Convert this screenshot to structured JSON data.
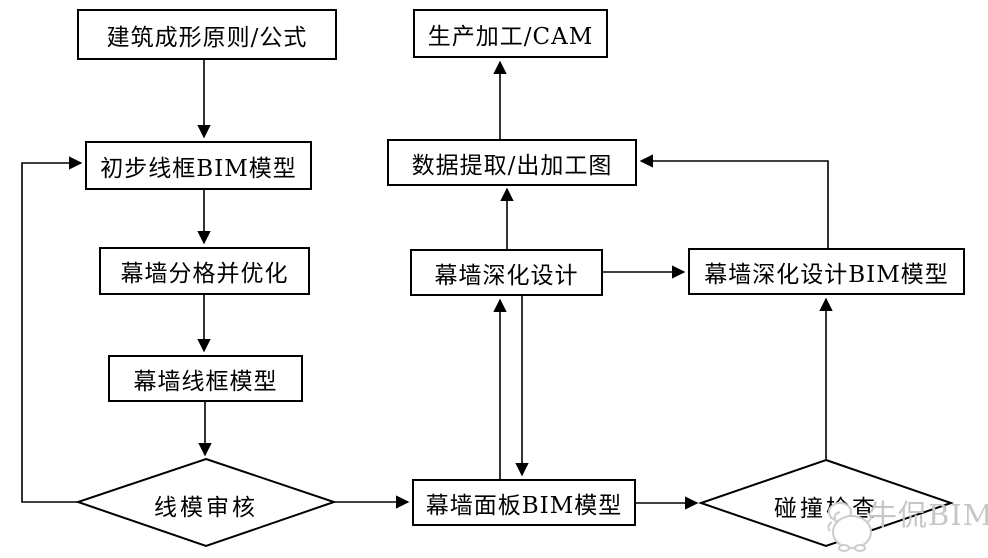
{
  "diagram": {
    "nodes": {
      "principles": {
        "label": "建筑成形原则/公式"
      },
      "prelim_wireframe": {
        "label": "初步线框BIM模型"
      },
      "division": {
        "label": "幕墙分格并优化"
      },
      "wireframe_model": {
        "label": "幕墙线框模型"
      },
      "wireframe_review": {
        "label": "线模审核"
      },
      "production": {
        "label": "生产加工/CAM"
      },
      "data_extraction": {
        "label": "数据提取/出加工图"
      },
      "detailed_design": {
        "label": "幕墙深化设计"
      },
      "detailed_bim": {
        "label": "幕墙深化设计BIM模型"
      },
      "panel_bim": {
        "label": "幕墙面板BIM模型"
      },
      "collision_check": {
        "label": "碰撞检查"
      }
    },
    "edges": [
      {
        "from": "principles",
        "to": "prelim_wireframe"
      },
      {
        "from": "prelim_wireframe",
        "to": "division"
      },
      {
        "from": "division",
        "to": "wireframe_model"
      },
      {
        "from": "wireframe_model",
        "to": "wireframe_review"
      },
      {
        "from": "wireframe_review",
        "to": "prelim_wireframe",
        "note": "feedback loop left"
      },
      {
        "from": "wireframe_review",
        "to": "panel_bim"
      },
      {
        "from": "panel_bim",
        "to": "detailed_design"
      },
      {
        "from": "detailed_design",
        "to": "panel_bim"
      },
      {
        "from": "detailed_design",
        "to": "data_extraction"
      },
      {
        "from": "detailed_design",
        "to": "detailed_bim"
      },
      {
        "from": "panel_bim",
        "to": "collision_check"
      },
      {
        "from": "collision_check",
        "to": "detailed_bim"
      },
      {
        "from": "detailed_bim",
        "to": "data_extraction",
        "note": "feedback loop right"
      },
      {
        "from": "data_extraction",
        "to": "production"
      }
    ],
    "watermark": {
      "text": "牛侃BIM"
    },
    "colors": {
      "line": "#000000",
      "box_background": "#ffffff",
      "watermark": "#c6c6c6"
    }
  }
}
